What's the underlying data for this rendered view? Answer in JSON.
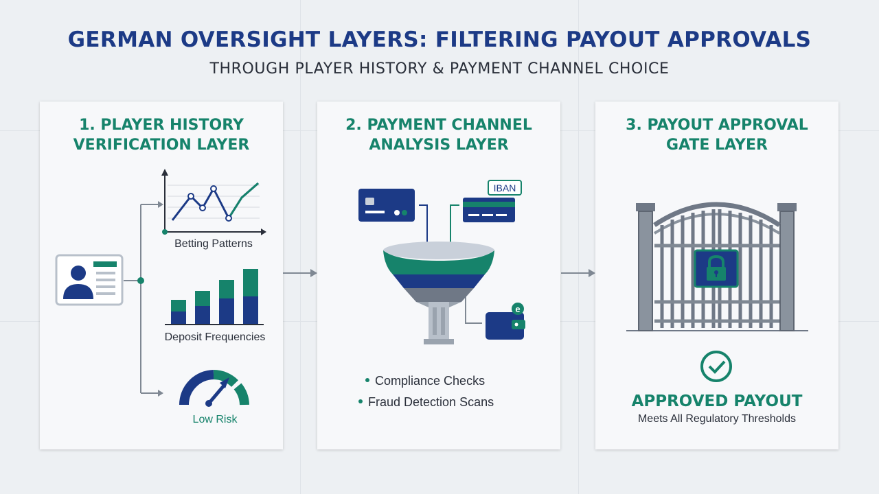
{
  "header": {
    "title": "GERMAN OVERSIGHT LAYERS: FILTERING PAYOUT APPROVALS",
    "subtitle": "THROUGH PLAYER HISTORY & PAYMENT CHANNEL CHOICE"
  },
  "panels": [
    {
      "title_line1": "1. PLAYER HISTORY",
      "title_line2": "VERIFICATION LAYER",
      "labels": {
        "betting": "Betting Patterns",
        "deposit": "Deposit Frequencies",
        "risk": "Low Risk"
      },
      "icons": [
        "id-card-icon",
        "line-chart-icon",
        "bar-chart-icon",
        "gauge-icon"
      ]
    },
    {
      "title_line1": "2. PAYMENT CHANNEL",
      "title_line2": "ANALYSIS LAYER",
      "iban_tag": "IBAN",
      "wallet_tag": "e",
      "bullets": [
        "Compliance Checks",
        "Fraud Detection Scans"
      ],
      "icons": [
        "credit-card-icon",
        "bank-card-icon",
        "funnel-icon",
        "wallet-icon"
      ]
    },
    {
      "title_line1": "3. PAYOUT APPROVAL",
      "title_line2": "GATE LAYER",
      "status": "APPROVED PAYOUT",
      "status_sub": "Meets All Regulatory Thresholds",
      "icons": [
        "gate-icon",
        "lock-icon",
        "check-circle-icon"
      ]
    }
  ],
  "colors": {
    "navy": "#1c3a86",
    "green": "#16836b",
    "gray": "#7f8893",
    "background": "#edf0f3"
  },
  "gauge_level": 0.72
}
